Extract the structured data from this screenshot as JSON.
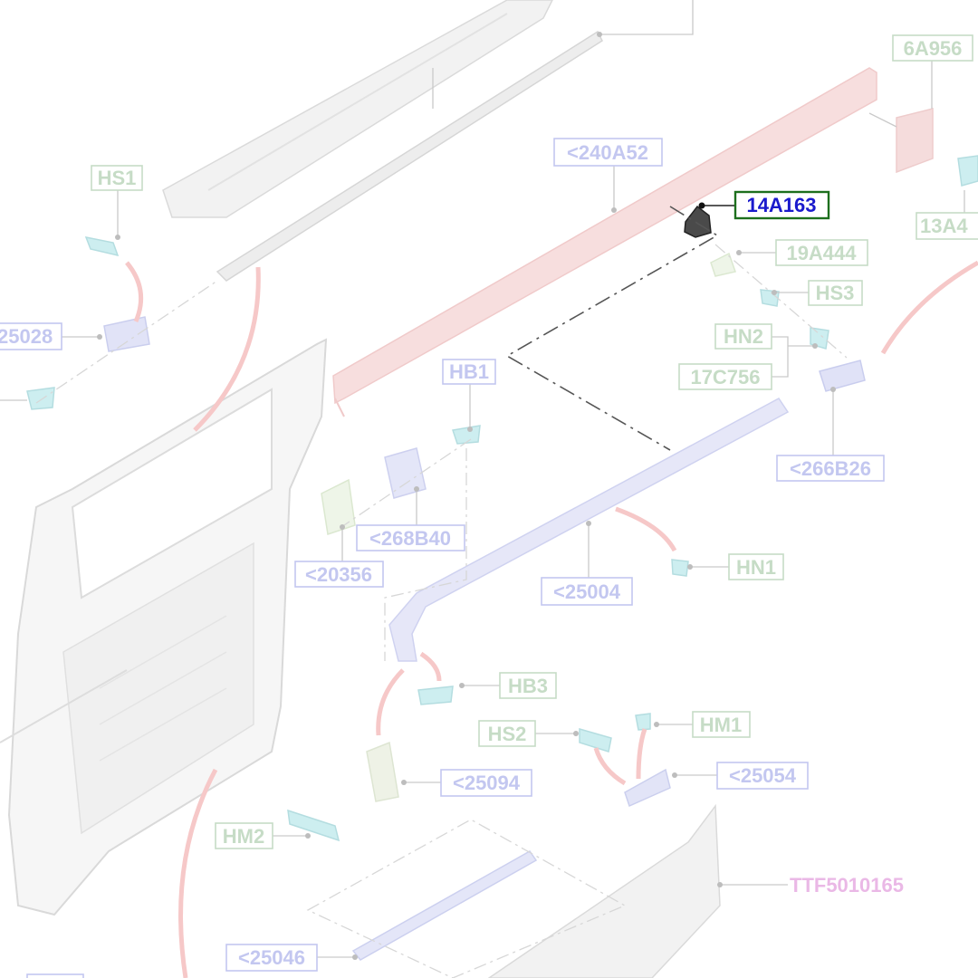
{
  "diagram": {
    "labels": [
      {
        "id": "6A956",
        "text": "6A956",
        "style": "green"
      },
      {
        "id": "240A52",
        "text": "<240A52",
        "style": "blue"
      },
      {
        "id": "14A163",
        "text": "14A163",
        "style": "active"
      },
      {
        "id": "13A4",
        "text": "13A4",
        "style": "green"
      },
      {
        "id": "HS1",
        "text": "HS1",
        "style": "green"
      },
      {
        "id": "19A444",
        "text": "19A444",
        "style": "green"
      },
      {
        "id": "HS3",
        "text": "HS3",
        "style": "green"
      },
      {
        "id": "25028",
        "text": "25028",
        "style": "blue"
      },
      {
        "id": "HN2",
        "text": "HN2",
        "style": "green"
      },
      {
        "id": "17C756",
        "text": "17C756",
        "style": "green"
      },
      {
        "id": "HB1",
        "text": "HB1",
        "style": "blue"
      },
      {
        "id": "266B26",
        "text": "<266B26",
        "style": "blue"
      },
      {
        "id": "268B40",
        "text": "<268B40",
        "style": "blue"
      },
      {
        "id": "20356",
        "text": "<20356",
        "style": "blue"
      },
      {
        "id": "HN1",
        "text": "HN1",
        "style": "green"
      },
      {
        "id": "25004",
        "text": "<25004",
        "style": "blue"
      },
      {
        "id": "HB3",
        "text": "HB3",
        "style": "green"
      },
      {
        "id": "HS2",
        "text": "HS2",
        "style": "green"
      },
      {
        "id": "HM1",
        "text": "HM1",
        "style": "green"
      },
      {
        "id": "25094",
        "text": "<25094",
        "style": "blue"
      },
      {
        "id": "25054",
        "text": "<25054",
        "style": "blue"
      },
      {
        "id": "HM2",
        "text": "HM2",
        "style": "green"
      },
      {
        "id": "TTF5010165",
        "text": "TTF5010165",
        "style": "plain"
      },
      {
        "id": "25046",
        "text": "<25046",
        "style": "blue"
      }
    ]
  }
}
